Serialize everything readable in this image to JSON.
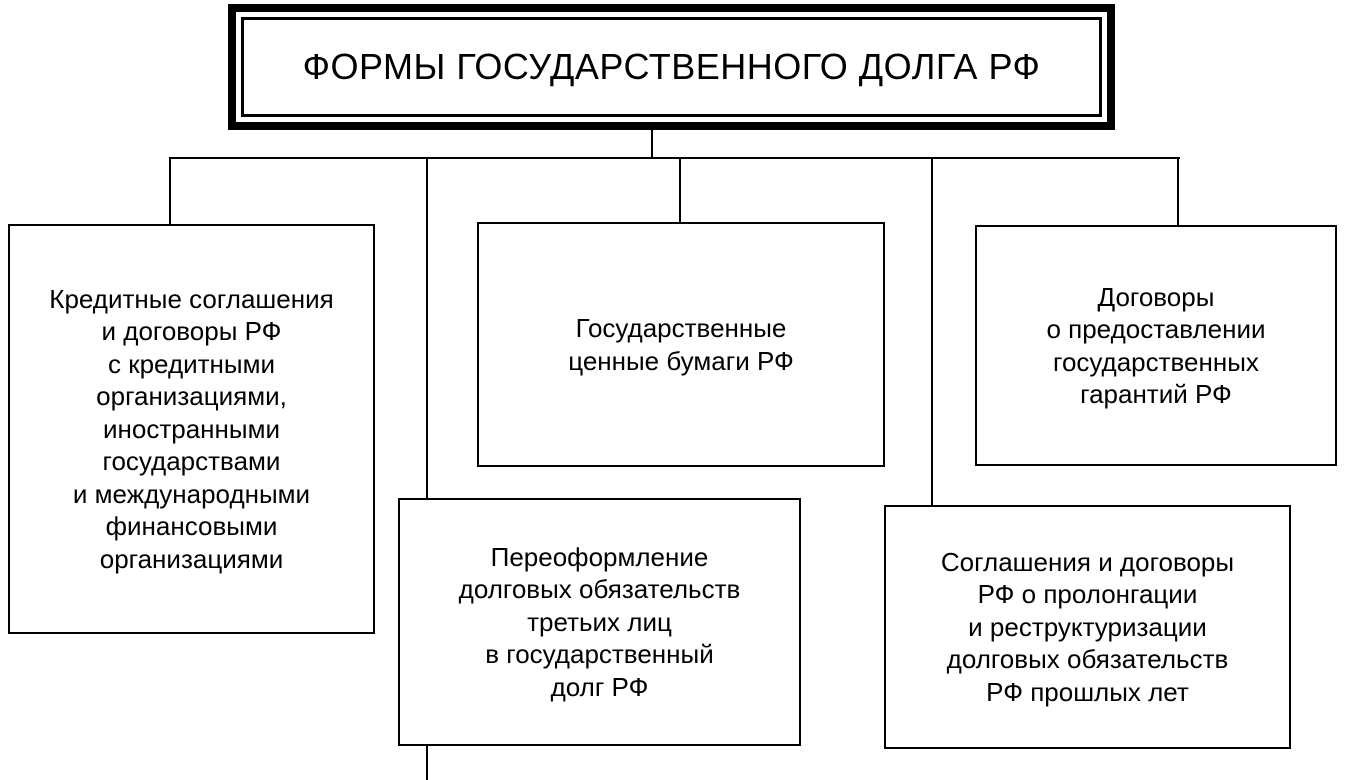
{
  "title": "ФОРМЫ ГОСУДАРСТВЕННОГО ДОЛГА РФ",
  "boxes": [
    {
      "lines": [
        "Кредитные соглашения",
        "и договоры РФ",
        "с кредитными",
        "организациями,",
        "иностранными",
        "государствами",
        "и международными",
        "финансовыми",
        "организациями"
      ]
    },
    {
      "lines": [
        "Государственные",
        "ценные бумаги РФ"
      ]
    },
    {
      "lines": [
        "Договоры",
        "о предоставлении",
        "государственных",
        "гарантий РФ"
      ]
    },
    {
      "lines": [
        "Переоформление",
        "долговых обязательств",
        "третьих лиц",
        "в государственный",
        "долг РФ"
      ]
    },
    {
      "lines": [
        "Соглашения и договоры",
        "РФ о пролонгации",
        "и реструктуризации",
        "долговых обязательств",
        "РФ прошлых лет"
      ]
    }
  ]
}
